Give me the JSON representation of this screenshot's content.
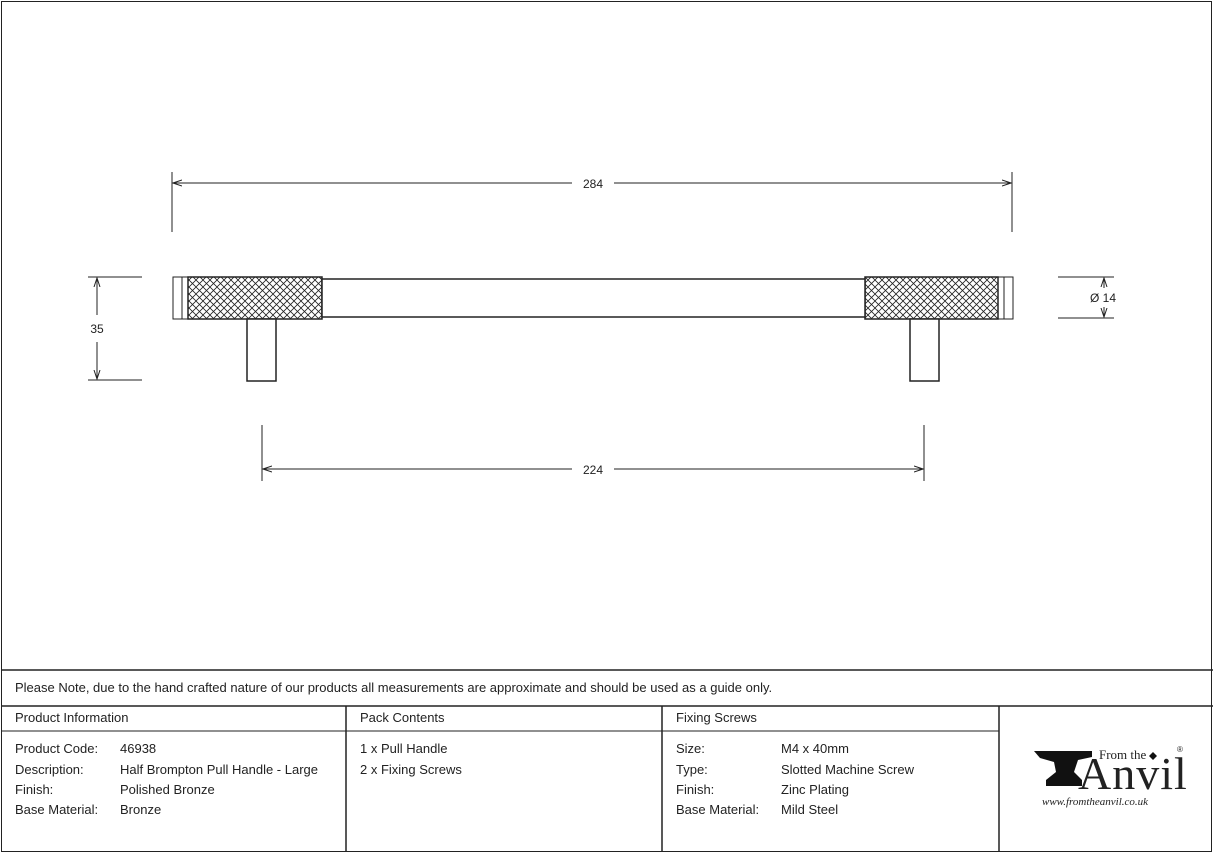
{
  "dimensions": {
    "overall_length": "284",
    "height": "35",
    "diameter": "Ø 14",
    "centres": "224"
  },
  "note": "Please Note, due to the hand crafted nature of our products all measurements are approximate and should be used as a guide only.",
  "product_information": {
    "heading": "Product Information",
    "rows": [
      {
        "label": "Product Code:",
        "value": "46938"
      },
      {
        "label": "Description:",
        "value": "Half Brompton Pull Handle - Large"
      },
      {
        "label": "Finish:",
        "value": "Polished Bronze"
      },
      {
        "label": "Base Material:",
        "value": "Bronze"
      }
    ]
  },
  "pack_contents": {
    "heading": "Pack Contents",
    "items": [
      "1 x Pull Handle",
      "2 x Fixing Screws"
    ]
  },
  "fixing_screws": {
    "heading": "Fixing Screws",
    "rows": [
      {
        "label": "Size:",
        "value": "M4 x 40mm"
      },
      {
        "label": "Type:",
        "value": "Slotted Machine Screw"
      },
      {
        "label": "Finish:",
        "value": "Zinc Plating"
      },
      {
        "label": "Base Material:",
        "value": "Mild Steel"
      }
    ]
  },
  "logo": {
    "from_the": "From the",
    "brand": "Anvil",
    "registered": "®",
    "url": "www.fromtheanvil.co.uk"
  }
}
